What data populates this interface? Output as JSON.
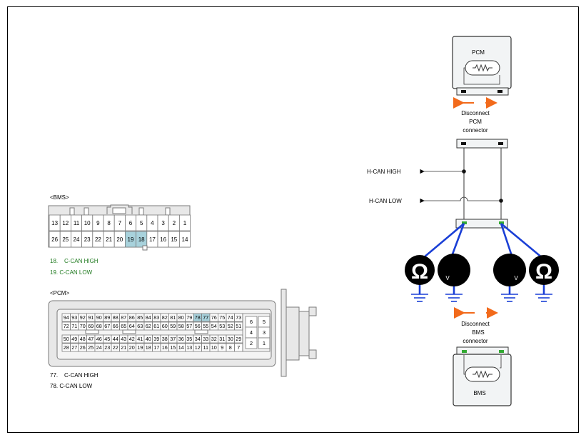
{
  "colors": {
    "frame": "#000000",
    "gray_fill": "#e8e8e8",
    "light_fill": "#f2f4f5",
    "highlight": "#a8d2dc",
    "orange": "#f26a1b",
    "blue": "#1a3fd6",
    "green_text": "#1f7a1f",
    "green_pin": "#33aa33"
  },
  "bms": {
    "title": "<BMS>",
    "top_row": [
      "13",
      "12",
      "11",
      "10",
      "9",
      "8",
      "7",
      "6",
      "5",
      "4",
      "3",
      "2",
      "1"
    ],
    "bottom_row": [
      "26",
      "25",
      "24",
      "23",
      "22",
      "21",
      "20",
      "19",
      "18",
      "17",
      "16",
      "15",
      "14"
    ],
    "highlighted": [
      "19",
      "18"
    ],
    "pin_notes": [
      "18.    C-CAN HIGH",
      "19. C-CAN LOW"
    ]
  },
  "pcm": {
    "title": "<PCM>",
    "rows": [
      [
        "94",
        "93",
        "92",
        "91",
        "90",
        "89",
        "88",
        "87",
        "86",
        "85",
        "84",
        "83",
        "82",
        "81",
        "80",
        "79",
        "78",
        "77",
        "76",
        "75",
        "74",
        "73"
      ],
      [
        "72",
        "71",
        "70",
        "69",
        "68",
        "67",
        "66",
        "65",
        "64",
        "63",
        "62",
        "61",
        "60",
        "59",
        "58",
        "57",
        "56",
        "55",
        "54",
        "53",
        "52",
        "51"
      ],
      [
        "50",
        "49",
        "48",
        "47",
        "46",
        "45",
        "44",
        "43",
        "42",
        "41",
        "40",
        "39",
        "38",
        "37",
        "36",
        "35",
        "34",
        "33",
        "32",
        "31",
        "30",
        "29"
      ],
      [
        "28",
        "27",
        "26",
        "25",
        "24",
        "23",
        "22",
        "21",
        "20",
        "19",
        "18",
        "17",
        "16",
        "15",
        "14",
        "13",
        "12",
        "11",
        "10",
        "9",
        "8",
        "7"
      ]
    ],
    "small_block": [
      [
        "6",
        "5"
      ],
      [
        "4",
        "3"
      ],
      [
        "2",
        "1"
      ]
    ],
    "highlighted": [
      "78",
      "77"
    ],
    "pin_notes": [
      "77.    C-CAN HIGH",
      "78. C-CAN LOW"
    ]
  },
  "circuit": {
    "pcm_box_label": "PCM",
    "bms_box_label": "BMS",
    "disconnect_pcm": [
      "Disconnect",
      "PCM",
      "connector"
    ],
    "disconnect_bms": [
      "Disconnect",
      "BMS",
      "connector"
    ],
    "line_high": "H-CAN HIGH",
    "line_low": "H-CAN LOW",
    "meters": [
      {
        "icon": "ohmmeter-icon",
        "symbol": "Ω"
      },
      {
        "icon": "voltmeter-icon",
        "symbol": "V"
      },
      {
        "icon": "voltmeter-icon",
        "symbol": "V"
      },
      {
        "icon": "ohmmeter-icon",
        "symbol": "Ω"
      }
    ]
  }
}
